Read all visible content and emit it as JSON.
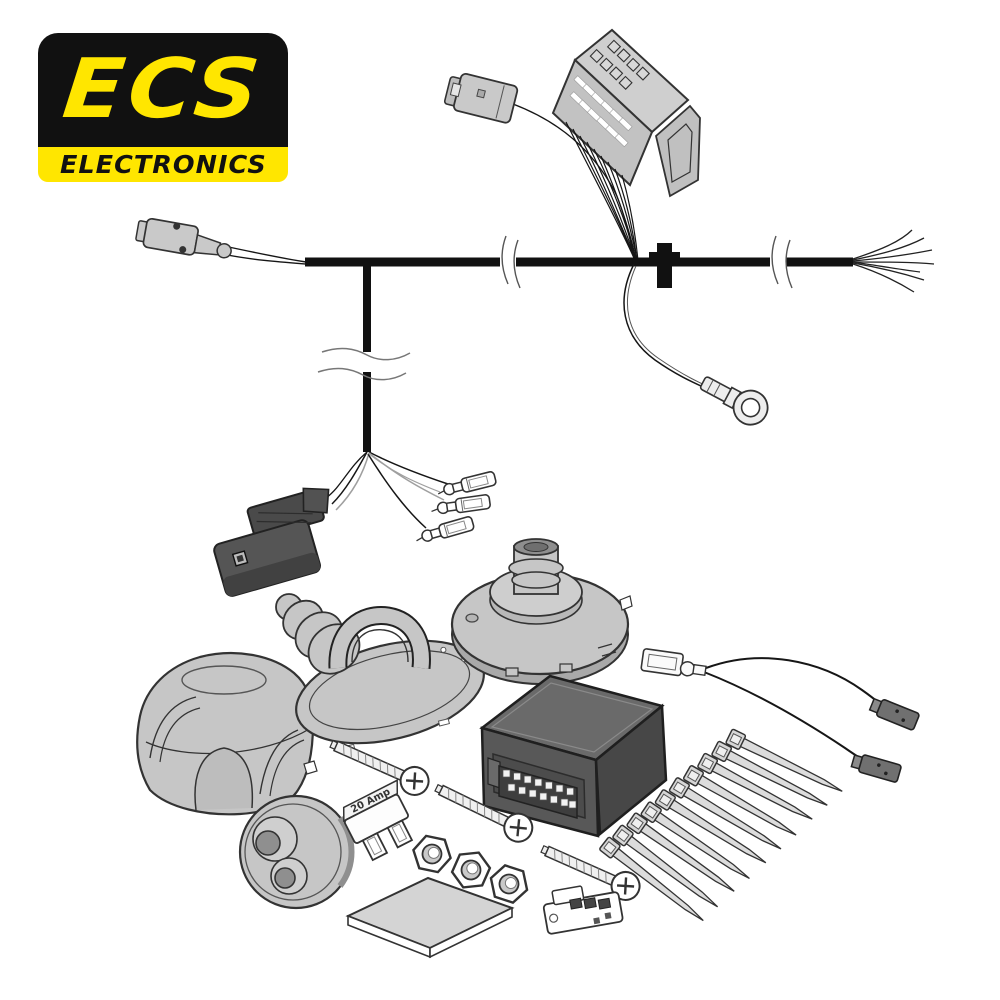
{
  "page": {
    "background": "#ffffff"
  },
  "logo": {
    "brand": "ECS",
    "subtitle": "ELECTRONICS",
    "colors": {
      "panel_black": "#111111",
      "accent_yellow": "#FFE600"
    }
  },
  "illustration": {
    "fuse_label": "20 Amp",
    "colors": {
      "outline": "#2e2e2e",
      "part_gray": "#c6c6c6",
      "part_gray_dark": "#a9a9a9",
      "dark_plastic": "#585858",
      "wire_black": "#161616",
      "wire_gray": "#9f9f9f",
      "white_part": "#ffffff"
    },
    "parts": [
      {
        "name": "vehicle-connector-block"
      },
      {
        "name": "small-pre-connector"
      },
      {
        "name": "main-harness-cable"
      },
      {
        "name": "harness-end-connector"
      },
      {
        "name": "inline-fuse-tap"
      },
      {
        "name": "ring-terminal"
      },
      {
        "name": "frayed-wire-ends"
      },
      {
        "name": "branch-cable"
      },
      {
        "name": "black-plug-connector"
      },
      {
        "name": "bullet-terminals",
        "quantity": 3
      },
      {
        "name": "rubber-grommet"
      },
      {
        "name": "oval-gasket-pad"
      },
      {
        "name": "socket-mounting-plate"
      },
      {
        "name": "seven-pin-socket-housing"
      },
      {
        "name": "dual-hole-seal"
      },
      {
        "name": "blade-fuse",
        "label": "20 Amp"
      },
      {
        "name": "screws",
        "quantity": 3
      },
      {
        "name": "hex-nuts",
        "quantity": 3
      },
      {
        "name": "foam-pad"
      },
      {
        "name": "ecu-module"
      },
      {
        "name": "cable-ties",
        "quantity": 10
      },
      {
        "name": "y-splitter-lead"
      },
      {
        "name": "fuse-holder-connector"
      }
    ]
  }
}
